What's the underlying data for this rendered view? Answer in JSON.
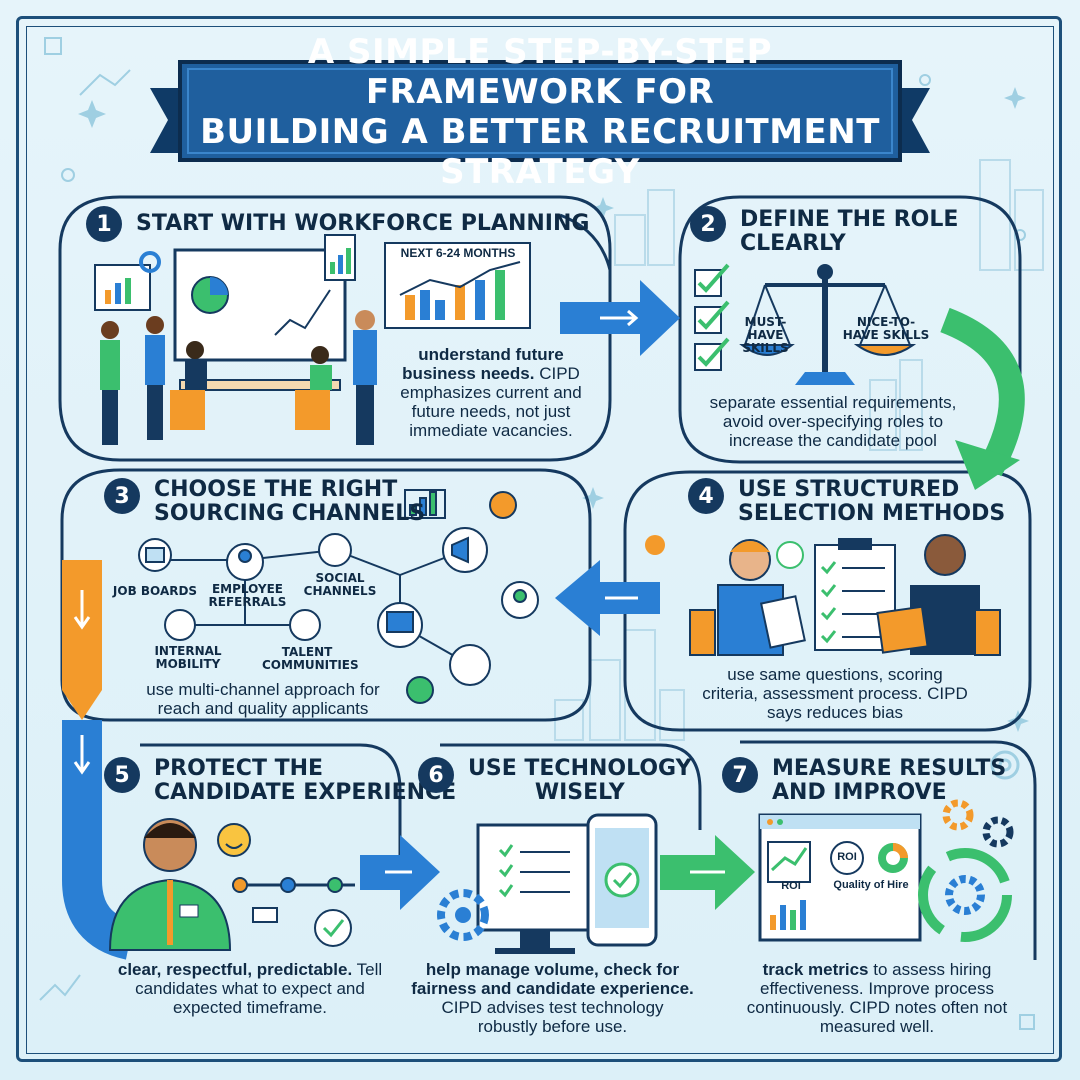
{
  "title": {
    "line1": "A SIMPLE STEP-BY-STEP FRAMEWORK FOR",
    "line2": "BUILDING A BETTER RECRUITMENT STRATEGY"
  },
  "colors": {
    "navy": "#15395f",
    "blue": "#2a7fd4",
    "green": "#3bbf6e",
    "orange": "#f39a2b",
    "background": "#e3f2f8"
  },
  "steps": [
    {
      "number": "1",
      "title_line1": "START WITH WORKFORCE PLANNING",
      "chart_label": "NEXT 6-24 MONTHS",
      "desc_bold": "understand future business needs.",
      "desc_rest": "CIPD emphasizes current and future needs, not just immediate vacancies."
    },
    {
      "number": "2",
      "title_line1": "DEFINE THE ROLE",
      "title_line2": "CLEARLY",
      "left_pan": "MUST-HAVE SKILLS",
      "right_pan": "NICE-TO-HAVE SKILLS",
      "desc": "separate essential requirements, avoid over-specifying roles to increase the candidate pool"
    },
    {
      "number": "3",
      "title_line1": "CHOOSE THE RIGHT",
      "title_line2": "SOURCING CHANNELS",
      "channels": [
        "JOB BOARDS",
        "EMPLOYEE REFERRALS",
        "SOCIAL CHANNELS",
        "INTERNAL MOBILITY",
        "TALENT COMMUNITIES"
      ],
      "desc": "use multi-channel approach for reach and quality applicants"
    },
    {
      "number": "4",
      "title_line1": "USE STRUCTURED",
      "title_line2": "SELECTION METHODS",
      "desc": "use same questions, scoring criteria, assessment process. CIPD says reduces bias"
    },
    {
      "number": "5",
      "title_line1": "PROTECT THE",
      "title_line2": "CANDIDATE EXPERIENCE",
      "desc_bold": "clear, respectful, predictable.",
      "desc_rest": "Tell candidates what to expect and expected timeframe."
    },
    {
      "number": "6",
      "title_line1": "USE TECHNOLOGY",
      "title_line2": "WISELY",
      "desc_bold": "help manage volume, check for fairness and candidate experience.",
      "desc_rest": "CIPD advises test technology robustly before use."
    },
    {
      "number": "7",
      "title_line1": "MEASURE RESULTS",
      "title_line2": "AND IMPROVE",
      "metric_roi_chart": "ROI",
      "metric_roi": "ROI",
      "metric_quality": "Quality of Hire",
      "desc_bold": "track metrics",
      "desc_rest": "to assess hiring effectiveness. Improve process continuously. CIPD notes often not measured well."
    }
  ]
}
